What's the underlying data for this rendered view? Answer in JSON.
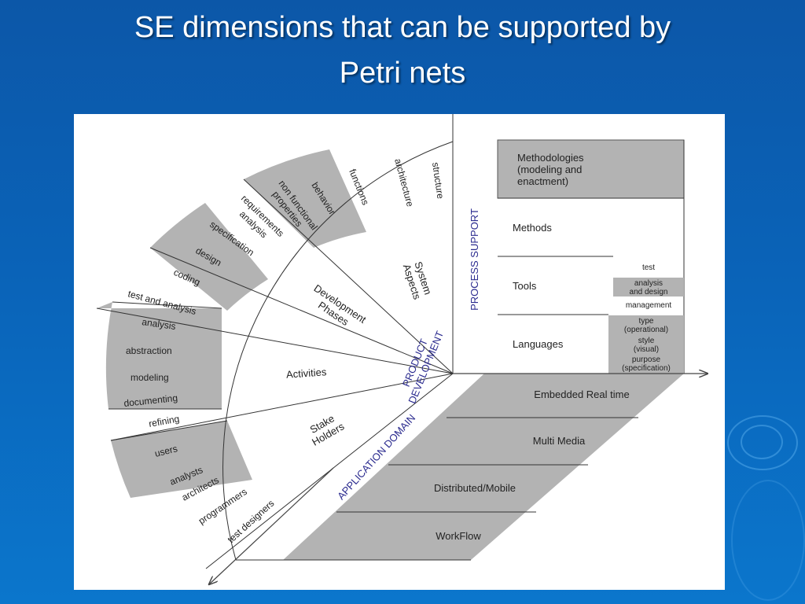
{
  "title": {
    "line1": "SE dimensions that can be supported by",
    "line2": "Petri nets"
  },
  "colors": {
    "background": "#0b5fb3",
    "gray_fill": "#b3b3b3",
    "axis_label_blue": "#2b2b8f",
    "text": "#222222"
  },
  "axes": {
    "process_support": "PROCESS SUPPORT",
    "product_development": [
      "PRODUCT",
      "DEVELOPMENT"
    ],
    "application_domain": "APPLICATION DOMAIN"
  },
  "process_support": {
    "methodologies": [
      "Methodologies",
      "(modeling and",
      "enactment)"
    ],
    "methods": "Methods",
    "tools": "Tools",
    "languages": "Languages",
    "tools_sub": {
      "test": "test",
      "analysis_design": [
        "analysis",
        "and design"
      ],
      "management": "management"
    },
    "languages_sub": {
      "type": [
        "type",
        "(operational)"
      ],
      "style": [
        "style",
        "(visual)"
      ],
      "purpose": [
        "purpose",
        "(specification)"
      ]
    }
  },
  "application_domain": {
    "embedded": "Embedded Real time",
    "multimedia": "Multi Media",
    "distributed": "Distributed/Mobile",
    "workflow": "WorkFlow"
  },
  "product_development": {
    "sectors": {
      "system_aspects": [
        "System",
        "Aspects"
      ],
      "development_phases": [
        "Development",
        "Phases"
      ],
      "activities": "Activities",
      "stake_holders": [
        "Stake",
        "Holders"
      ]
    },
    "system_aspects_items": [
      "structure",
      "architecture",
      "functions",
      "behavior",
      "non functional",
      "properties"
    ],
    "development_phases_items": [
      "requirements",
      "analysis",
      "specification",
      "design",
      "coding",
      "test and analysis"
    ],
    "activities_items": [
      "analysis",
      "abstraction",
      "modeling",
      "documenting",
      "refining"
    ],
    "stake_holders_items": [
      "users",
      "analysts",
      "architects",
      "programmers",
      "test designers"
    ]
  }
}
